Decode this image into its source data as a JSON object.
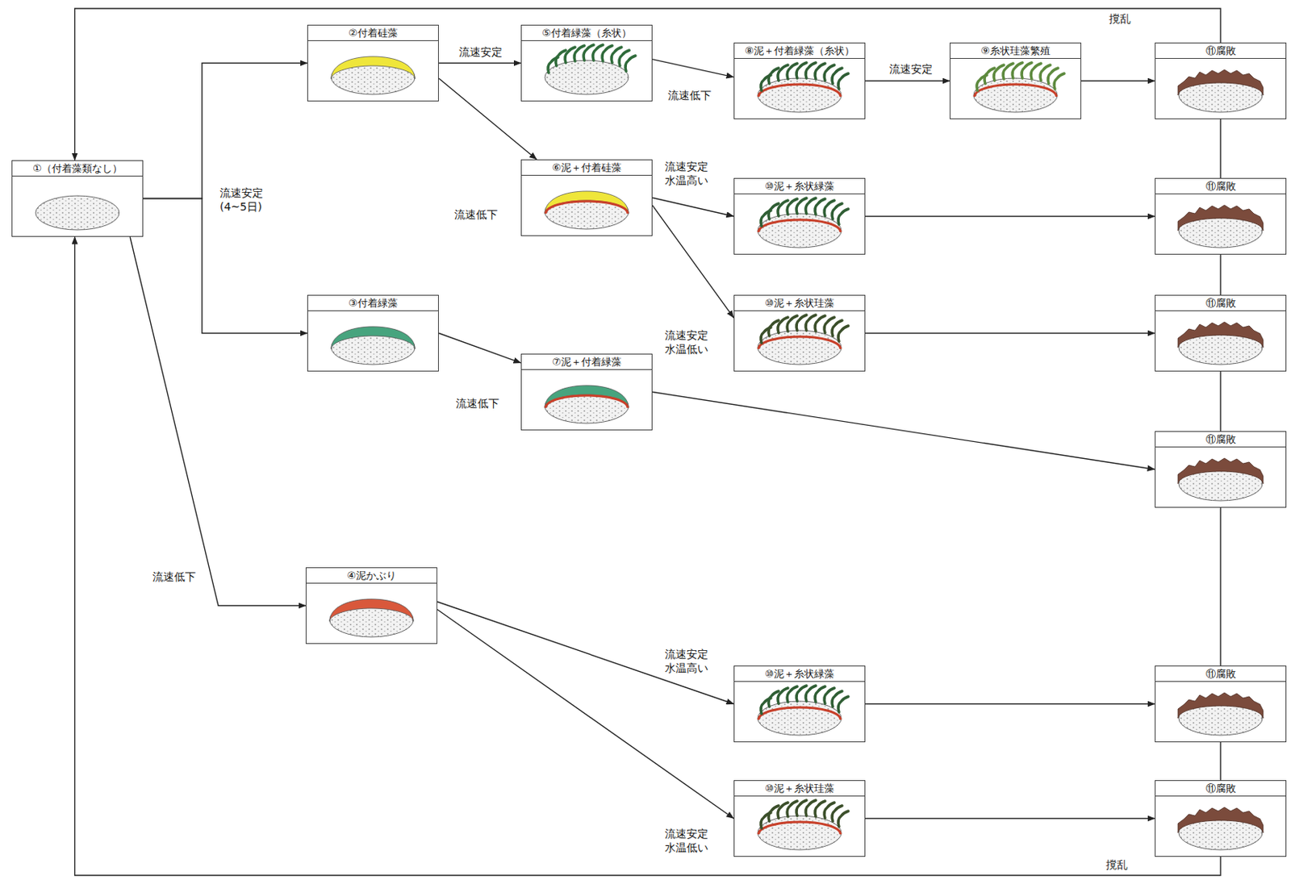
{
  "diagram": {
    "nodes": [
      {
        "text": [
          "①（付着藻類なし）"
        ]
      },
      {
        "text": [
          "②付着硅藻"
        ]
      },
      {
        "text": [
          "⑤付着緑藻（糸状）"
        ]
      },
      {
        "text": [
          "⑧泥＋付着緑藻（糸状）"
        ]
      },
      {
        "text": [
          "⑨糸状珪藻繁殖"
        ]
      },
      {
        "text": [
          "⑪腐敗"
        ]
      },
      {
        "text": [
          "⑥泥＋付着硅藻"
        ]
      },
      {
        "text": [
          "⑩泥＋糸状緑藻"
        ]
      },
      {
        "text": [
          "⑪腐敗"
        ]
      },
      {
        "text": [
          "③付着緑藻"
        ]
      },
      {
        "text": [
          "⑩泥＋糸状珪藻"
        ]
      },
      {
        "text": [
          "⑪腐敗"
        ]
      },
      {
        "text": [
          "⑦泥＋付着緑藻"
        ]
      },
      {
        "text": [
          "⑪腐敗"
        ]
      },
      {
        "text": [
          "④泥かぶり"
        ]
      },
      {
        "text": [
          "⑩泥＋糸状緑藻"
        ]
      },
      {
        "text": [
          "⑪腐敗"
        ]
      },
      {
        "text": [
          "⑩泥＋糸状珪藻"
        ]
      },
      {
        "text": [
          "⑪腐敗"
        ]
      }
    ],
    "edges": [
      {
        "from": 0,
        "to": 1,
        "label": "流速安定 (4~5日)",
        "arrow": "to"
      },
      {
        "from": 0,
        "to": 9,
        "arrow": "to"
      },
      {
        "from": 0,
        "to": 14,
        "label": "流速低下",
        "arrow": "to"
      },
      {
        "from": 1,
        "to": 2,
        "label": "流速安定",
        "arrow": "to"
      },
      {
        "from": 1,
        "to": 6,
        "label": "流速低下",
        "arrow": "to"
      },
      {
        "from": 2,
        "to": 3,
        "label": "流速低下",
        "arrow": "to"
      },
      {
        "from": 3,
        "to": 4,
        "label": "流速安定",
        "arrow": "to"
      },
      {
        "from": 4,
        "to": 5,
        "arrow": "to"
      },
      {
        "from": 6,
        "to": 7,
        "label": "流速安定 水温高い",
        "arrow": "to"
      },
      {
        "from": 6,
        "to": 10,
        "label": "流速安定 水温低い",
        "arrow": "to"
      },
      {
        "from": 7,
        "to": 8,
        "arrow": "to"
      },
      {
        "from": 10,
        "to": 11,
        "arrow": "to"
      },
      {
        "from": 9,
        "to": 12,
        "label": "流速低下",
        "arrow": "to"
      },
      {
        "from": 12,
        "to": 13,
        "arrow": "to"
      },
      {
        "from": 14,
        "to": 15,
        "label": "流速安定 水温高い",
        "arrow": "to"
      },
      {
        "from": 14,
        "to": 17,
        "label": "流速安定 水温低い",
        "arrow": "to"
      },
      {
        "from": 15,
        "to": 16,
        "arrow": "to"
      },
      {
        "from": 17,
        "to": 18,
        "arrow": "to"
      },
      {
        "from": 5,
        "to": 8,
        "arrow": "none"
      },
      {
        "from": 8,
        "to": 11,
        "arrow": "none"
      },
      {
        "from": 11,
        "to": 13,
        "arrow": "none"
      },
      {
        "from": 13,
        "to": 16,
        "arrow": "none"
      },
      {
        "from": 16,
        "to": 18,
        "arrow": "none"
      },
      {
        "from": 5,
        "to": 0,
        "label": "撹乱",
        "arrow": "to"
      },
      {
        "from": 18,
        "to": 0,
        "label": "撹乱",
        "arrow": "to"
      }
    ]
  }
}
